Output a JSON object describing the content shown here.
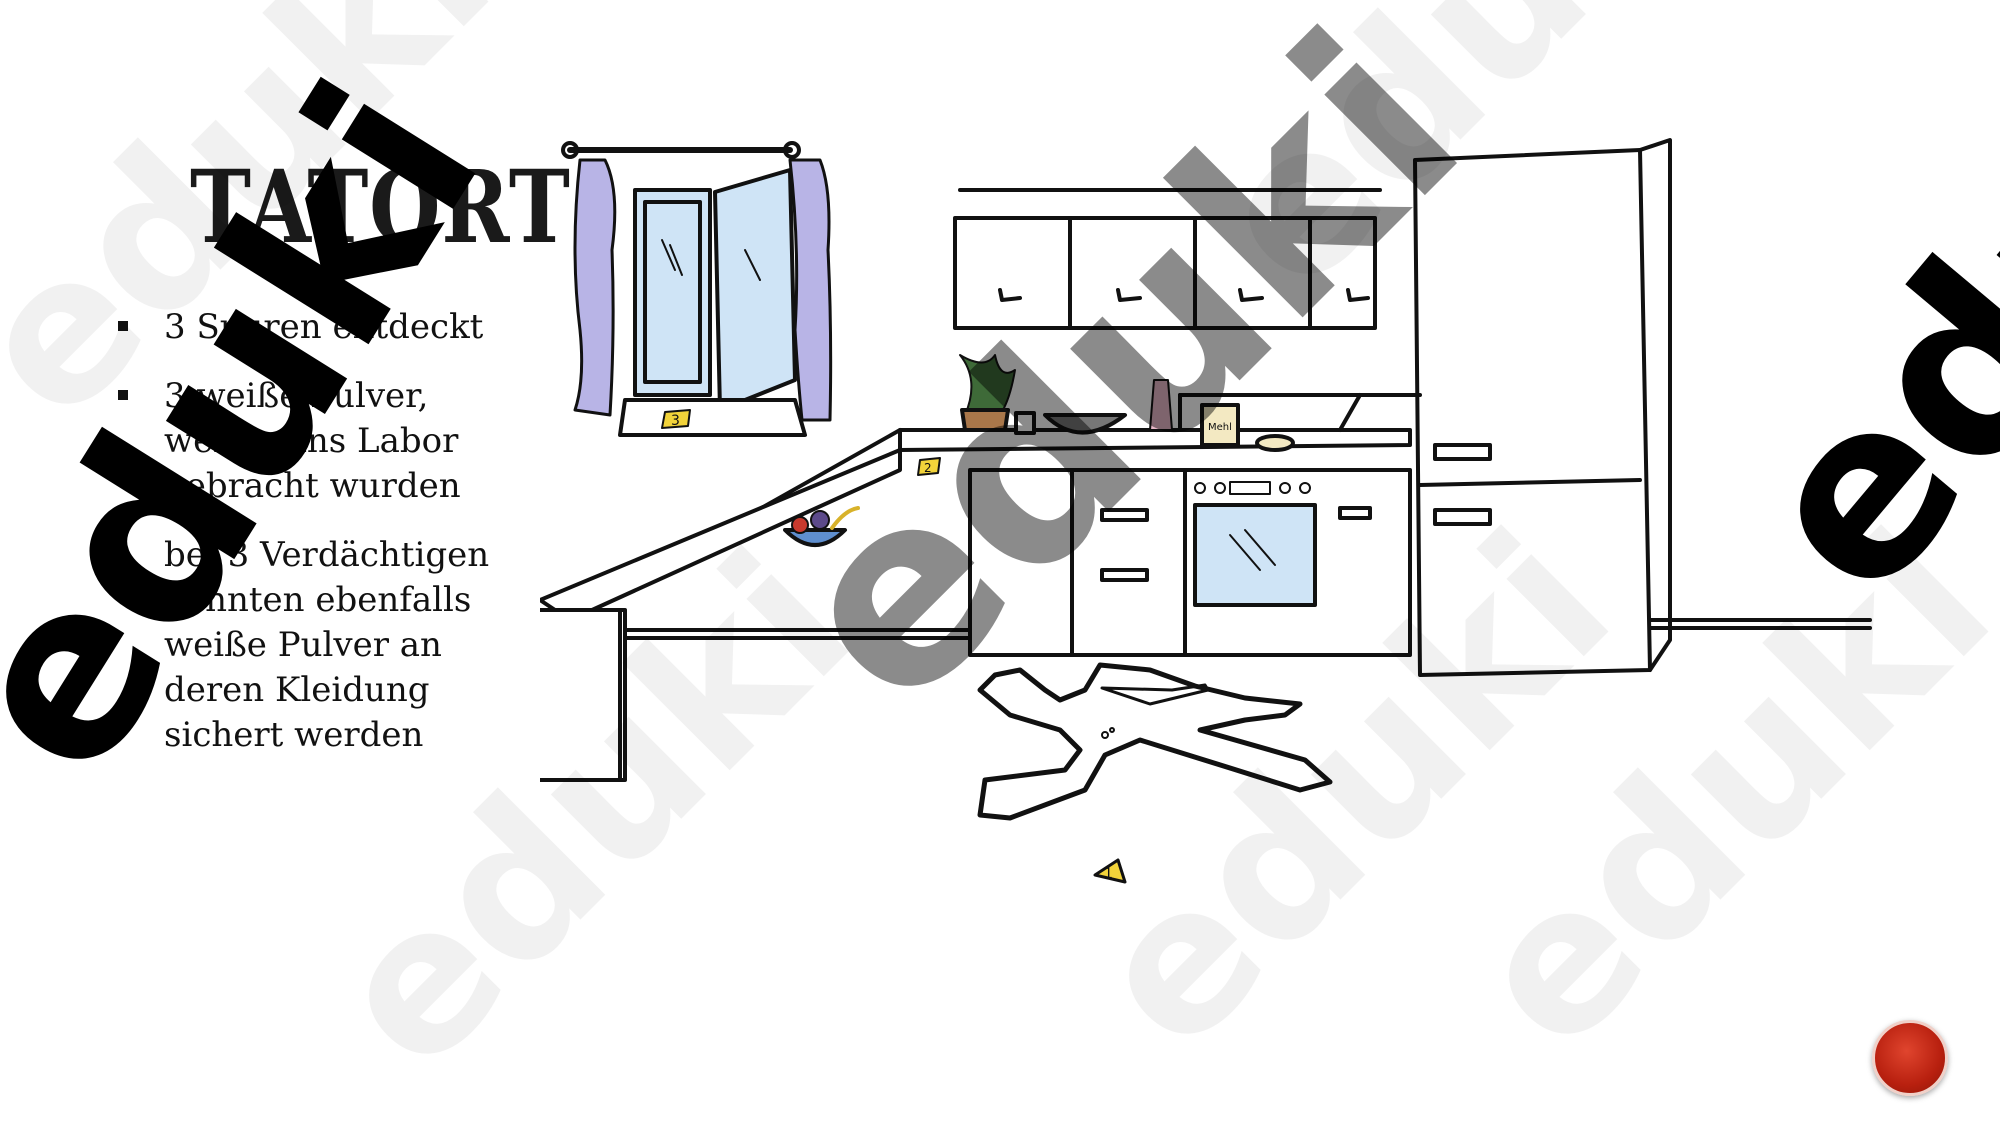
{
  "slide": {
    "title": "TATORT",
    "bullets": [
      "3 Spuren entdeckt",
      "3 weiße Pulver, welche ins Labor gebracht wurden",
      "bei 3 Verdächtigen konnten ebenfalls weiße Pulver an deren Kleidung sichert werden"
    ]
  },
  "scene": {
    "markers": [
      "1",
      "2",
      "3"
    ],
    "jar_label": "Mehl"
  },
  "watermark": {
    "text": "eduki",
    "color": "#000000"
  },
  "colors": {
    "accent_red": "#c0281a",
    "window_blue": "#cfe4f6",
    "curtain": "#b8b4e6",
    "marker_yellow": "#f2d33a"
  }
}
